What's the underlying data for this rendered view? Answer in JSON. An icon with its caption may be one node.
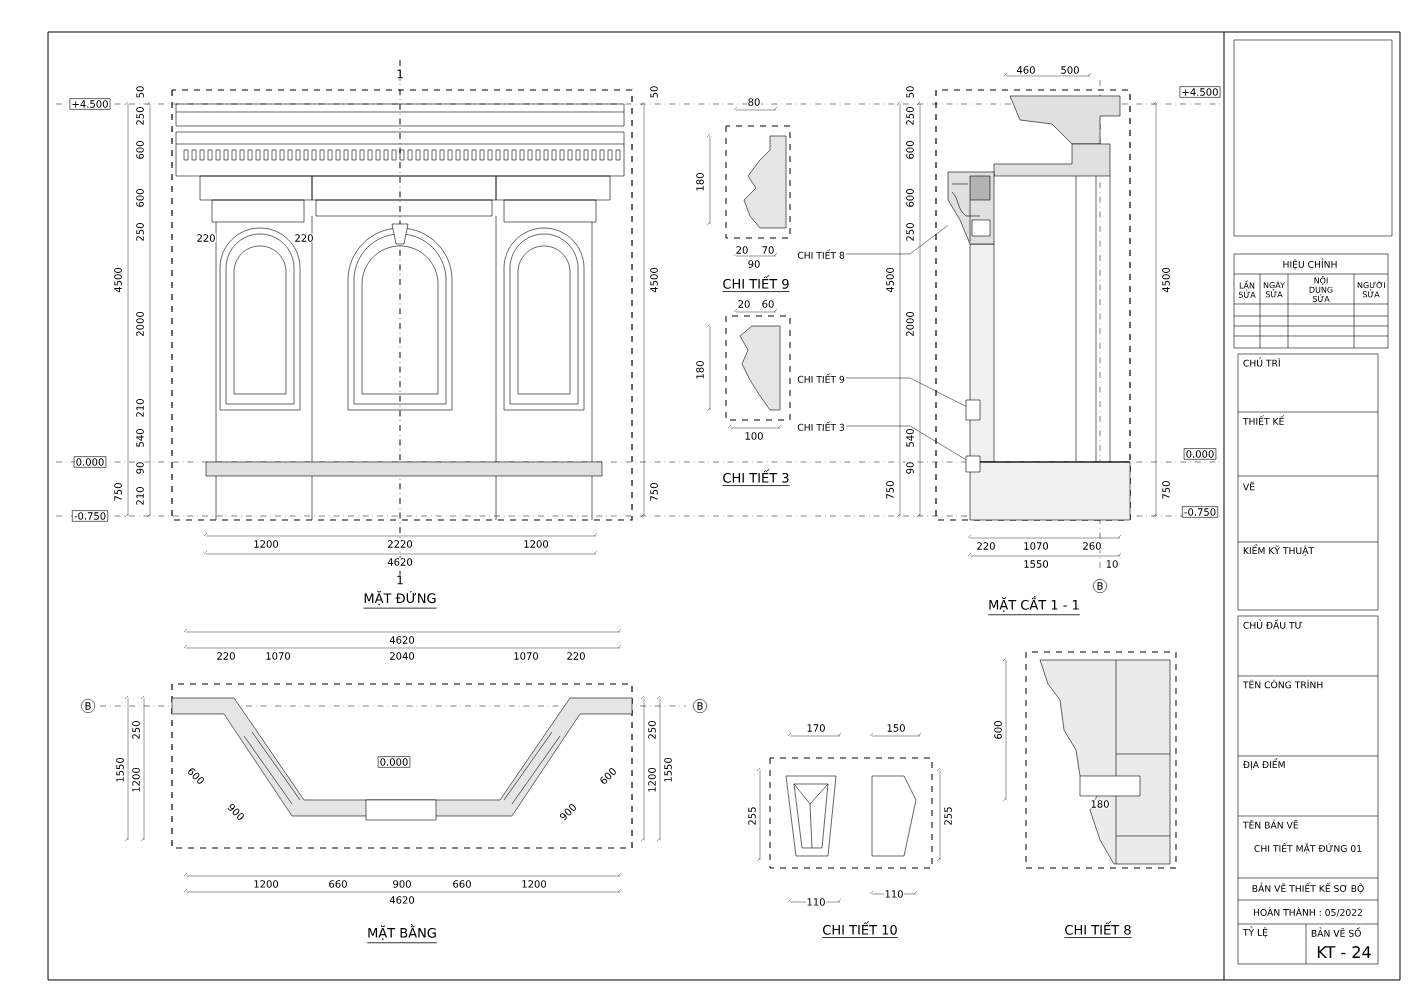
{
  "diagram": {
    "nodes": [
      {
        "text": [
          "CHI TIẾT 8"
        ]
      },
      {
        "text": [
          "CHI TIẾT 9"
        ]
      },
      {
        "text": [
          "CHI TIẾT 3"
        ]
      },
      {
        "text": [],
        "shape": "picture"
      },
      {
        "text": [],
        "shape": "box"
      },
      {
        "text": [],
        "shape": "box"
      }
    ],
    "edges": [
      {
        "from": 0,
        "to": 3,
        "arrow": "none"
      },
      {
        "from": 1,
        "to": 4,
        "arrow": "none"
      },
      {
        "from": 2,
        "to": 5,
        "arrow": "none"
      }
    ],
    "labels": [
      "+4.500",
      "0.000",
      "-0.750",
      "50",
      "250",
      "600",
      "600",
      "250",
      "2000",
      "210",
      "540",
      "90",
      "210",
      "4500",
      "750",
      "50",
      "4500",
      "750",
      "220",
      "220",
      "1200",
      "2220",
      "1200",
      "4620",
      "1",
      "1",
      "MẶT ĐỨNG",
      "80",
      "180",
      "20",
      "70",
      "90",
      "CHI TIẾT 9",
      "20",
      "60",
      "180",
      "100",
      "CHI TIẾT 3",
      "460",
      "500",
      "+4.500",
      "0.000",
      "-0.750",
      "4500",
      "750",
      "50",
      "250",
      "600",
      "600",
      "250",
      "2000",
      "540",
      "90",
      "4500",
      "750",
      "220",
      "1070",
      "260",
      "1550",
      "10",
      "B",
      "MẶT CẮT 1 - 1",
      "4620",
      "220",
      "1070",
      "2040",
      "1070",
      "220",
      "B",
      "250",
      "1200",
      "1550",
      "0.000",
      "250",
      "1200",
      "1550",
      "B",
      "600",
      "900",
      "600",
      "900",
      "1200",
      "660",
      "900",
      "660",
      "1200",
      "4620",
      "MẶT BẰNG",
      "170",
      "150",
      "255",
      "255",
      "110",
      "110",
      "CHI TIẾT 10",
      "600",
      "180",
      "CHI TIẾT 8",
      "HIỆU CHỈNH",
      "LẦN SỬA",
      "NGÀY SỬA",
      "NỘI DUNG SỬA",
      "NGƯỜI SỬA",
      "CHỦ TRÌ",
      "THIẾT KẾ",
      "VẼ",
      "KIỂM KỸ THUẬT",
      "CHỦ ĐẦU TƯ",
      "TÊN CÔNG TRÌNH",
      "ĐỊA ĐIỂM",
      "TÊN BẢN VẼ",
      "CHI TIẾT MẶT ĐỨNG 01",
      "BẢN VẼ THIẾT KẾ SƠ BỘ",
      "HOÀN THÀNH : 05/2022",
      "TỶ LỆ",
      "BẢN VẼ SỐ",
      "KT - 24"
    ]
  }
}
